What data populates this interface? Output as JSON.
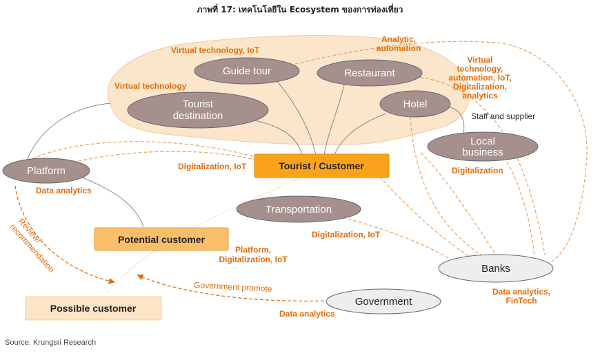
{
  "title": "ภาพที่ 17: เทคโนโลยีใน Ecosystem ของการท่องเที่ยว",
  "source": "Source: Krungsri Research",
  "nodes": {
    "guide_tour": "Guide tour",
    "restaurant": "Restaurant",
    "tourist_destination_1": "Tourist",
    "tourist_destination_2": "destination",
    "hotel": "Hotel",
    "local_business_1": "Local",
    "local_business_2": "business",
    "platform": "Platform",
    "tourist_customer": "Tourist / Customer",
    "transportation": "Transportation",
    "potential_customer": "Potential customer",
    "banks": "Banks",
    "government": "Government",
    "possible_customer": "Possible customer"
  },
  "labels": {
    "virtual_tech_iot": "Virtual technology, IoT",
    "analytic_1": "Analytic,",
    "analytic_2": "automation",
    "virtual_tech": "Virtual technology",
    "vt_multi_1": "Virtual",
    "vt_multi_2": "technology,",
    "vt_multi_3": "automation, IoT,",
    "vt_multi_4": "Digitalization,",
    "vt_multi_5": "analytics",
    "staff_supplier": "Staff and supplier",
    "digital_iot_left": "Digitalization, IoT",
    "digitalization_right": "Digitalization",
    "data_analytics_platform": "Data analytics",
    "review_1": "Review/",
    "review_2": "recommendation",
    "digital_iot_transport": "Digitalization, IoT",
    "platform_digital_1": "Platform,",
    "platform_digital_2": "Digitalization, IoT",
    "government_promote": "Government promote",
    "data_analytics_gov": "Data analytics",
    "data_fintech_1": "Data analytics,",
    "data_fintech_2": "FinTech"
  },
  "colors": {
    "orange": "#E36C0A",
    "node_fill": "#A6908E",
    "cloud_fill": "#FBE5CB",
    "tourist_box": "#FAA31A",
    "potential_box": "#FBBE6A",
    "possible_box": "#FCE4C5"
  }
}
